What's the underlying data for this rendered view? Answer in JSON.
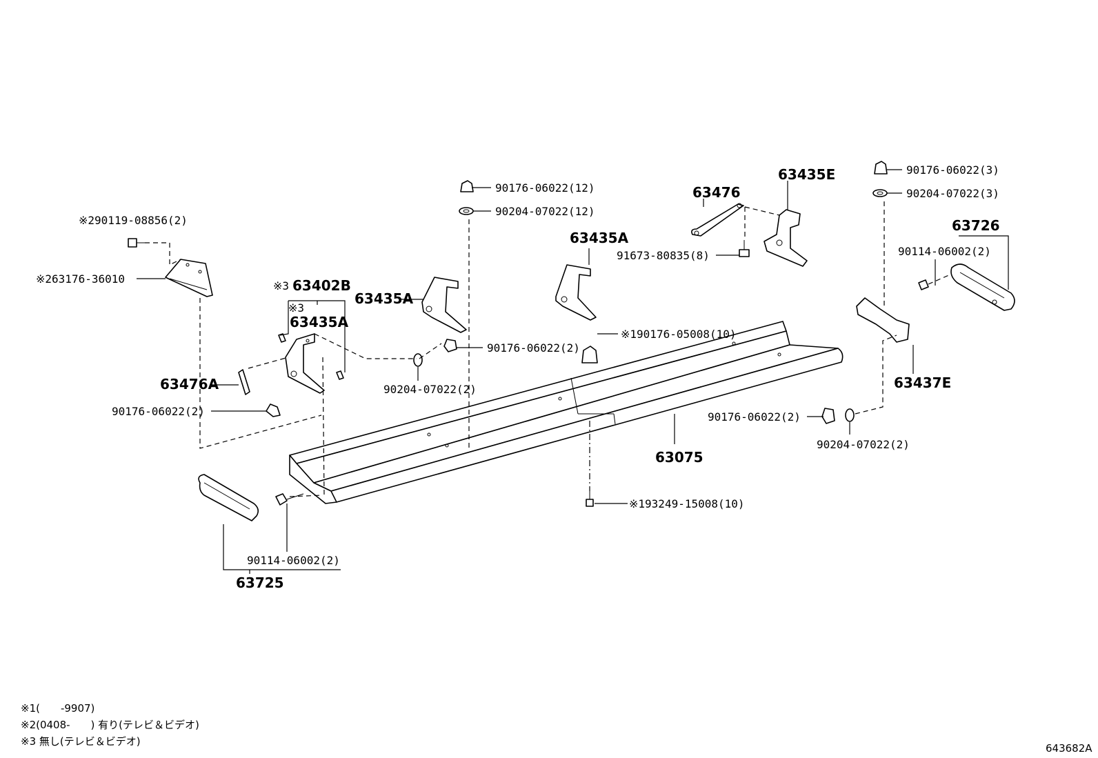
{
  "diagram_id": "643682A",
  "labels": {
    "p90119_08856": "※290119-08856(2)",
    "p63176_36010": "※263176-36010",
    "p63402B_note": "※3",
    "p63402B": "63402B",
    "p63435A_note": "※3",
    "p63435A_left": "63435A",
    "p63435A_mid": "63435A",
    "p63435A_center": "63435A",
    "p63476A": "63476A",
    "p90176_06022_2_left": "90176-06022(2)",
    "p90176_06022_12": "90176-06022(12)",
    "p90204_07022_12": "90204-07022(12)",
    "p90176_06022_2_mid": "90176-06022(2)",
    "p90204_07022_2_mid": "90204-07022(2)",
    "p90176_05008": "※190176-05008(10)",
    "p63476": "63476",
    "p63435E": "63435E",
    "p91673_80835": "91673-80835(8)",
    "p90176_06022_3": "90176-06022(3)",
    "p90204_07022_3": "90204-07022(3)",
    "p63726": "63726",
    "p90114_06002_2_right": "90114-06002(2)",
    "p63437E": "63437E",
    "p63075": "63075",
    "p90176_06022_2_right": "90176-06022(2)",
    "p90204_07022_2_right": "90204-07022(2)",
    "p93249_15008": "※193249-15008(10)",
    "p90114_06002_2_left": "90114-06002(2)",
    "p63725": "63725"
  },
  "notes": [
    "※1(　　-9907)",
    "※2(0408-　　) 有り(テレビ＆ビデオ)",
    "※3 無し(テレビ＆ビデオ)"
  ]
}
